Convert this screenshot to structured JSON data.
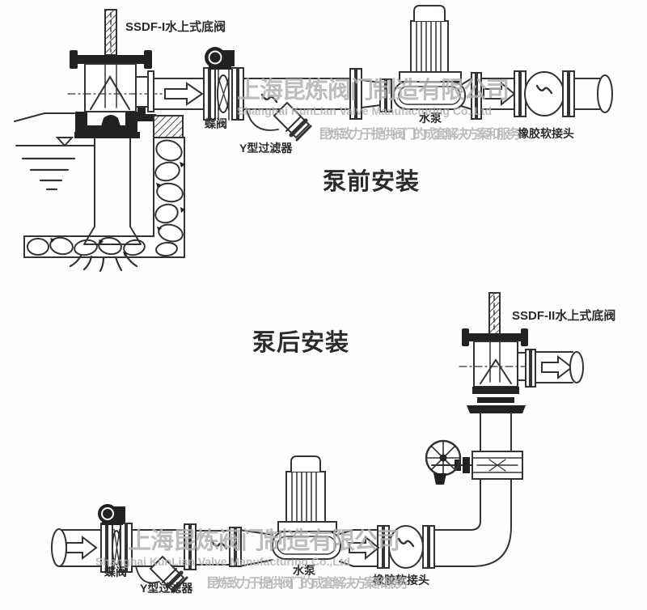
{
  "page": {
    "background": "#ffffff",
    "line_color": "#333333",
    "watermark_color": "#b0b0b0"
  },
  "top_diagram": {
    "title": "泵前安装",
    "labels": {
      "foot_valve": "SSDF-I水上式底阀",
      "butterfly_valve": "蝶阀",
      "y_strainer": "Y型过滤器",
      "pump": "水泵",
      "rubber_joint": "橡胶软接头"
    }
  },
  "bottom_diagram": {
    "title": "泵后安装",
    "labels": {
      "foot_valve": "SSDF-II水上式底阀",
      "butterfly_valve": "蝶阀",
      "y_strainer": "Y型过滤器",
      "pump": "水泵",
      "rubber_joint": "橡胶软接头"
    }
  },
  "watermark": {
    "company_cn": "上海昆炼阀门制造有限公司",
    "company_en": "Shanghai KunLian Valve Manufacturing Co.,Ltd",
    "slogan": "昆炼致力于提供阀门的成套解决方案和服务"
  }
}
